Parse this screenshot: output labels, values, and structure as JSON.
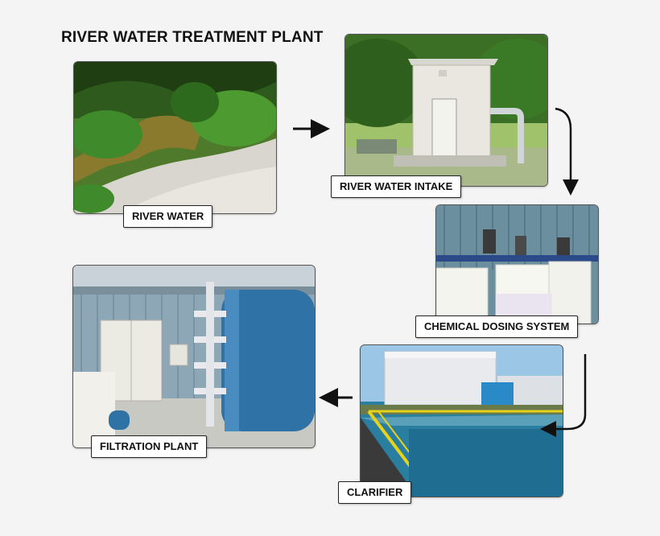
{
  "title": "RIVER WATER TREATMENT PLANT",
  "stages": [
    {
      "label": "RIVER WATER"
    },
    {
      "label": "RIVER WATER INTAKE"
    },
    {
      "label": "CHEMICAL DOSING SYSTEM"
    },
    {
      "label": "CLARIFIER"
    },
    {
      "label": "FILTRATION PLANT"
    }
  ],
  "colors": {
    "background": "#f4f4f4",
    "arrow": "#111111",
    "label_border": "#222222"
  }
}
